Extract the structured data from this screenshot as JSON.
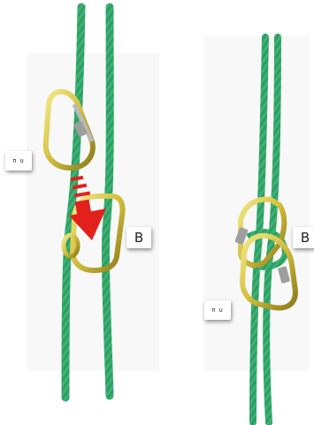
{
  "labels": {
    "left_small": "ᴨ ᴜ",
    "left_big": "B",
    "right_big": "B",
    "right_small": "ᴨ ᴜ"
  },
  "colors": {
    "rope": "#2f9d63",
    "rope_light": "#5fc88d",
    "rope_dark": "#1e6e44",
    "carabiner_gold": "#d9c64a",
    "carabiner_dark": "#8a7a1a",
    "gate_silver": "#b9b9b9",
    "arrow_red": "#e3211c"
  },
  "icons": {
    "arrow": "down-arrow-icon",
    "carabiner": "carabiner-icon",
    "rope": "rope-icon"
  }
}
